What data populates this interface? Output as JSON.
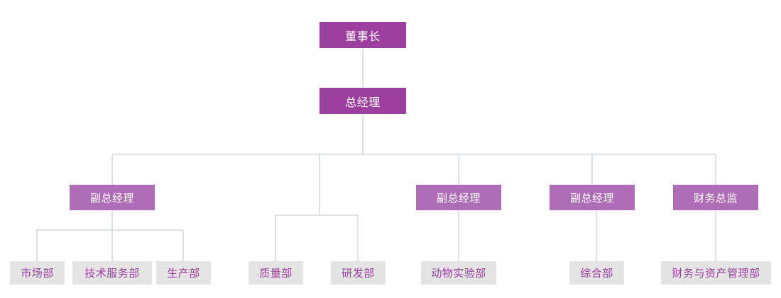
{
  "chart_data": {
    "type": "diagram",
    "diagram_type": "organization-chart",
    "title": "",
    "orientation": "top-down",
    "colors": {
      "top_level_fill": "#9c3f9e",
      "second_level_fill": "#9c3f9e",
      "third_level_fill": "#ad6cb5",
      "leaf_fill": "#e4e4e4",
      "leaf_text": "#9b3d9c",
      "exec_text": "#ffffff",
      "connector_line": "#b9c6d2",
      "background": "#ffffff"
    },
    "levels": [
      {
        "level": 1,
        "labels": [
          "董事长"
        ]
      },
      {
        "level": 2,
        "labels": [
          "总经理"
        ]
      },
      {
        "level": 3,
        "labels": [
          "副总经理",
          "副总经理",
          "副总经理",
          "财务总监"
        ]
      },
      {
        "level": 4,
        "labels": [
          "市场部",
          "技术服务部",
          "生产部",
          "质量部",
          "研发部",
          "动物实验部",
          "综合部",
          "财务与资产管理部"
        ]
      }
    ],
    "edges": [
      {
        "from": "董事长",
        "to": "总经理"
      },
      {
        "from": "总经理",
        "to": "副总经理 (1)"
      },
      {
        "from": "总经理",
        "to": "质量/研发分支"
      },
      {
        "from": "总经理",
        "to": "副总经理 (2)"
      },
      {
        "from": "总经理",
        "to": "副总经理 (3)"
      },
      {
        "from": "总经理",
        "to": "财务总监"
      },
      {
        "from": "副总经理 (1)",
        "to": "市场部"
      },
      {
        "from": "副总经理 (1)",
        "to": "技术服务部"
      },
      {
        "from": "副总经理 (1)",
        "to": "生产部"
      },
      {
        "from": "质量/研发分支",
        "to": "质量部"
      },
      {
        "from": "质量/研发分支",
        "to": "研发部"
      },
      {
        "from": "副总经理 (2)",
        "to": "动物实验部"
      },
      {
        "from": "副总经理 (3)",
        "to": "综合部"
      },
      {
        "from": "财务总监",
        "to": "财务与资产管理部"
      }
    ]
  },
  "nodes": {
    "chairman": {
      "label": "董事长"
    },
    "general_manager": {
      "label": "总经理"
    },
    "vp1": {
      "label": "副总经理"
    },
    "vp2": {
      "label": "副总经理"
    },
    "vp3": {
      "label": "副总经理"
    },
    "cfo": {
      "label": "财务总监"
    },
    "dept_marketing": {
      "label": "市场部"
    },
    "dept_tech_service": {
      "label": "技术服务部"
    },
    "dept_production": {
      "label": "生产部"
    },
    "dept_quality": {
      "label": "质量部"
    },
    "dept_rnd": {
      "label": "研发部"
    },
    "dept_animal_lab": {
      "label": "动物实验部"
    },
    "dept_general_affairs": {
      "label": "综合部"
    },
    "dept_finance_asset": {
      "label": "财务与资产管理部"
    }
  }
}
